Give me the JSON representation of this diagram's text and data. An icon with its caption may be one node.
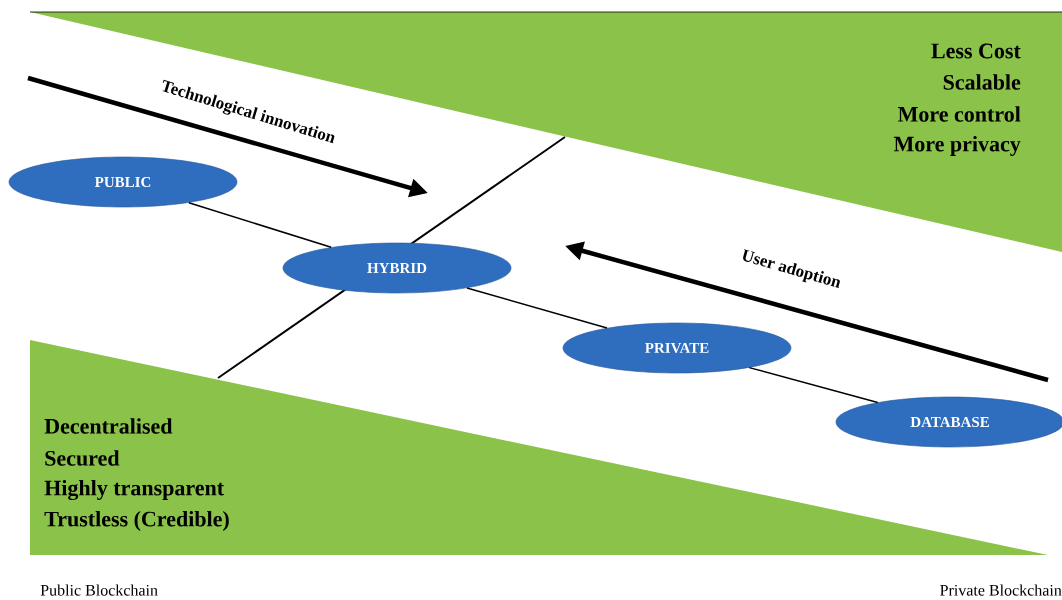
{
  "diagram": {
    "nodes": [
      {
        "text": [
          "PUBLIC"
        ]
      },
      {
        "text": [
          "HYBRID"
        ]
      },
      {
        "text": [
          "PRIVATE"
        ]
      },
      {
        "text": [
          "DATABASE"
        ]
      }
    ],
    "edges": [
      {
        "from": 0,
        "to": 1,
        "arrow": "none"
      },
      {
        "from": 1,
        "to": 2,
        "arrow": "none"
      },
      {
        "from": 2,
        "to": 3,
        "arrow": "none"
      }
    ],
    "labels": [
      "Technological innovation",
      "Less Cost",
      "Scalable",
      "More control",
      "More privacy",
      "User adoption",
      "Decentralised",
      "Secured",
      "Highly transparent",
      "Trustless (Credible)",
      "Public Blockchain",
      "Private Blockchain"
    ]
  }
}
